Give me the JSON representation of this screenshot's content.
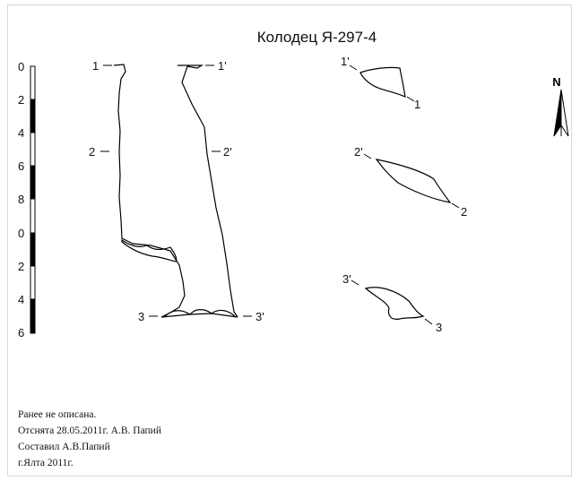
{
  "title": "Колодец Я-297-4",
  "scale": {
    "ticks": [
      "0",
      "2",
      "4",
      "6",
      "8",
      "0",
      "2",
      "4",
      "6"
    ]
  },
  "north_symbol": "N",
  "profile_labels": {
    "s1": "1",
    "s1p": "1'",
    "s2": "2",
    "s2p": "2'",
    "s3": "3",
    "s3p": "3'"
  },
  "section_labels": {
    "c1p": "1'",
    "c1": "1",
    "c2p": "2'",
    "c2": "2",
    "c3p": "3'",
    "c3": "3"
  },
  "credits": [
    "Ранее не описана.",
    "Отснята 28.05.2011г.  А.В. Папий",
    "Составил А.В.Папий",
    "г.Ялта  2011г."
  ]
}
